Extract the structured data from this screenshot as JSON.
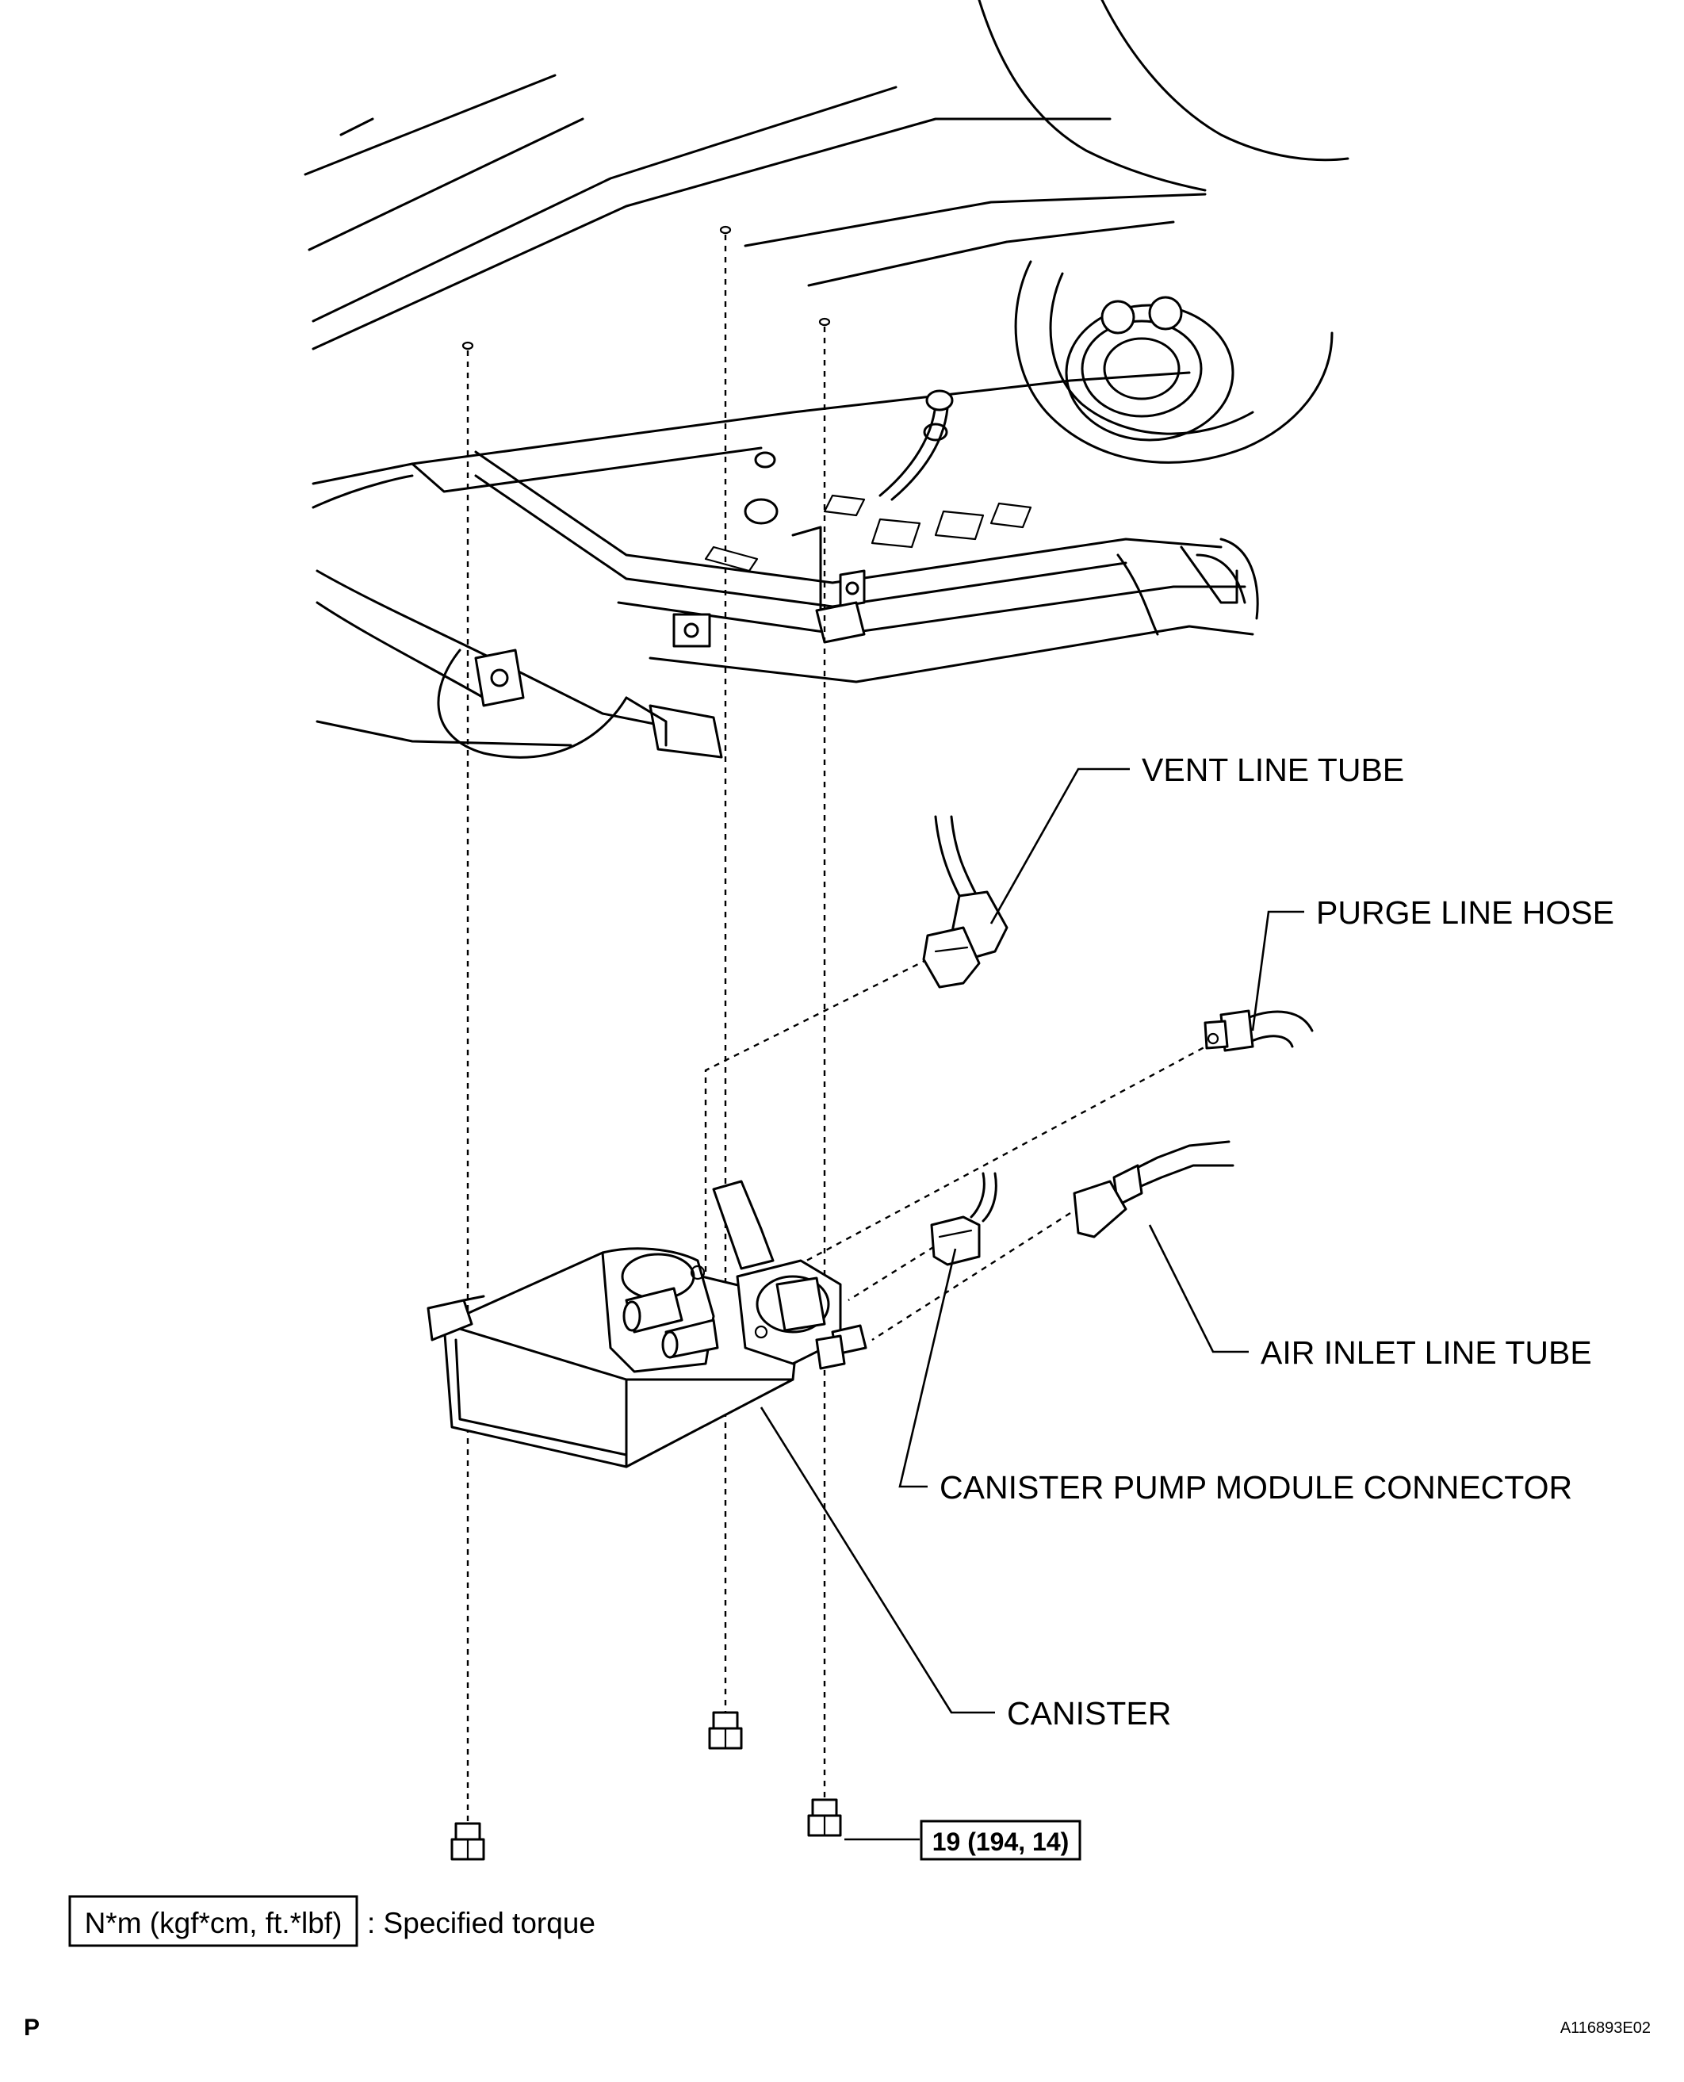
{
  "labels": {
    "vent_line_tube": "VENT LINE TUBE",
    "purge_line_hose": "PURGE LINE HOSE",
    "air_inlet_line_tube": "AIR INLET LINE TUBE",
    "canister_pump_module_connector": "CANISTER PUMP MODULE CONNECTOR",
    "canister": "CANISTER"
  },
  "torque": {
    "value": "19 (194, 14)"
  },
  "legend": {
    "unit_box": "N*m (kgf*cm, ft.*lbf)",
    "description": ": Specified torque"
  },
  "footer": {
    "page_marker": "P",
    "figure_id": "A116893E02"
  }
}
